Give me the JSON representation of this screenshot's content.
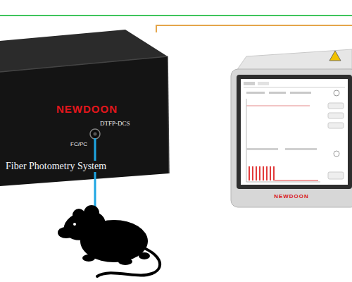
{
  "diagram": {
    "nodes": [
      {
        "text": [
          "NEWDOON",
          "DTFP-DCS",
          "FC/PC",
          "Fiber Photometry System"
        ]
      },
      {
        "text": [
          "NEWDOON"
        ]
      }
    ]
  }
}
